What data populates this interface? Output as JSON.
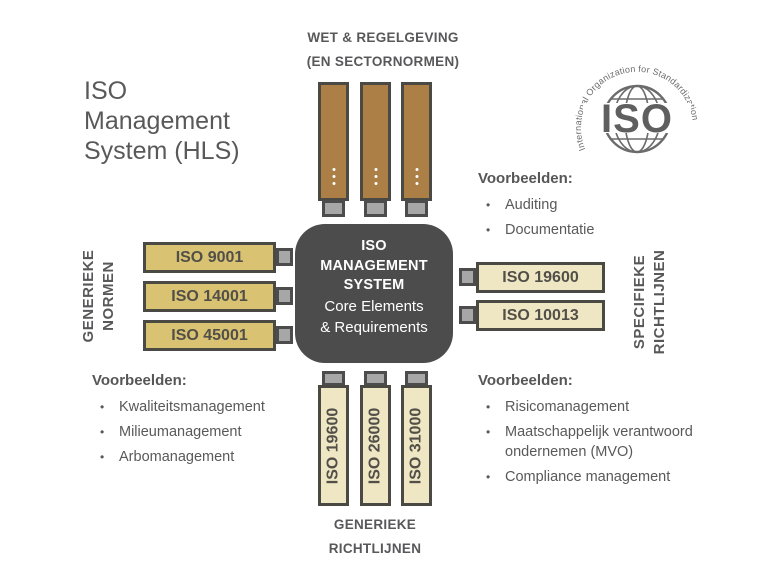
{
  "colors": {
    "bar_brown": "#ab7f45",
    "bar_gold": "#d9c373",
    "bar_cream": "#efe7c4",
    "bar_border": "#4b4944",
    "center_box": "#4d4c4c",
    "connector_gray": "#a7a7a7",
    "text_gray": "#595959",
    "logo_gray": "#6b6b6b"
  },
  "title": {
    "line1": "ISO",
    "line2": "Management",
    "line3": "System (HLS)"
  },
  "top_axis": {
    "line1": "WET & REGELGEVING",
    "line2": "(EN SECTORNORMEN)"
  },
  "iso_logo": {
    "text": "ISO",
    "arc_text": "International Organization for Standardization"
  },
  "center_box": {
    "line1": "ISO",
    "line2": "MANAGEMENT",
    "line3": "SYSTEM",
    "line4": "Core Elements",
    "line5": "& Requirements"
  },
  "left_group": {
    "label_line1": "GENERIEKE",
    "label_line2": "NORMEN",
    "bars": [
      "ISO 9001",
      "ISO 14001",
      "ISO 45001"
    ]
  },
  "right_group": {
    "label_line1": "SPECIFIEKE",
    "label_line2": "RICHTLIJNEN",
    "bars": [
      "ISO 19600",
      "ISO 10013"
    ]
  },
  "bottom_group": {
    "label_line1": "GENERIEKE",
    "label_line2": "RICHTLIJNEN",
    "bars": [
      "ISO 19600",
      "ISO 26000",
      "ISO 31000"
    ]
  },
  "examples_top_right": {
    "heading": "Voorbeelden:",
    "items": [
      "Auditing",
      "Documentatie"
    ]
  },
  "examples_bottom_left": {
    "heading": "Voorbeelden:",
    "items": [
      "Kwaliteitsmanagement",
      "Milieumanagement",
      "Arbomanagement"
    ]
  },
  "examples_bottom_right": {
    "heading": "Voorbeelden:",
    "items": [
      "Risicomanagement",
      "Maatschappelijk verantwoord ondernemen (MVO)",
      "Compliance management"
    ]
  },
  "bullet_char": "•",
  "icons": {
    "top_bar_dots": "vertical-ellipsis",
    "iso_globe": "globe-with-meridians"
  }
}
